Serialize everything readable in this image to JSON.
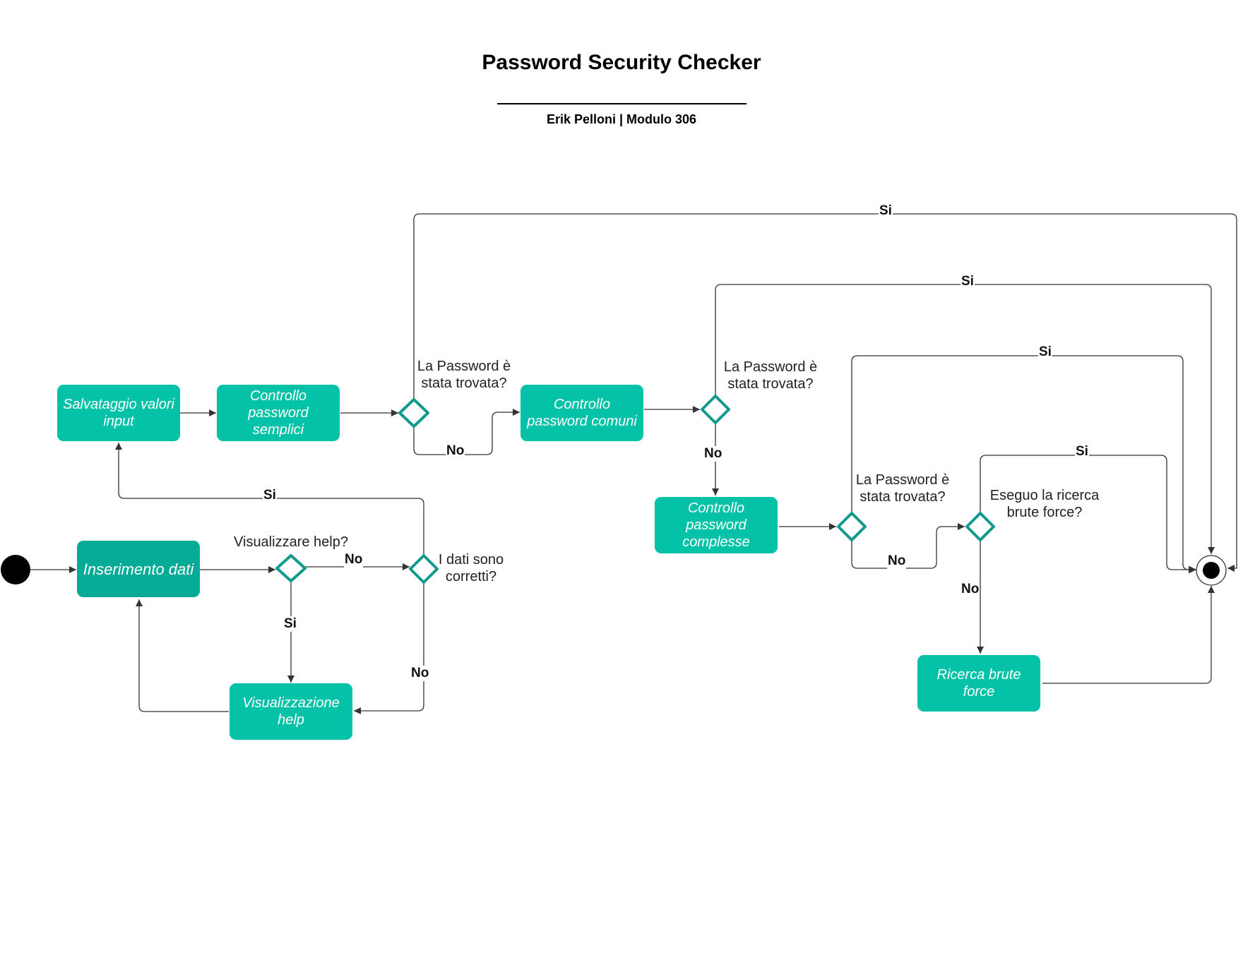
{
  "header": {
    "title": "Password Security Checker",
    "subtitle": "Erik Pelloni  |  Modulo 306"
  },
  "colors": {
    "node_fill": "#04c2a8",
    "node_fill_dark": "#05ab96",
    "decision_stroke": "#149a8c",
    "edge": "#333333"
  },
  "nodes": {
    "inserimento": "Inserimento dati",
    "salvataggio": "Salvataggio valori input",
    "semplici": "Controllo password semplici",
    "comuni": "Controllo password comuni",
    "complesse": "Controllo password complesse",
    "help": "Visualizzazione help",
    "brute": "Ricerca brute force"
  },
  "decisions": {
    "help_q": "Visualizzare help?",
    "dati_q": "I dati sono corretti?",
    "found1": "La Password è stata trovata?",
    "found2": "La Password è stata trovata?",
    "found3": "La Password è stata trovata?",
    "brute_q": "Eseguo la ricerca brute force?"
  },
  "edges": {
    "yes": "Si",
    "no": "No"
  }
}
